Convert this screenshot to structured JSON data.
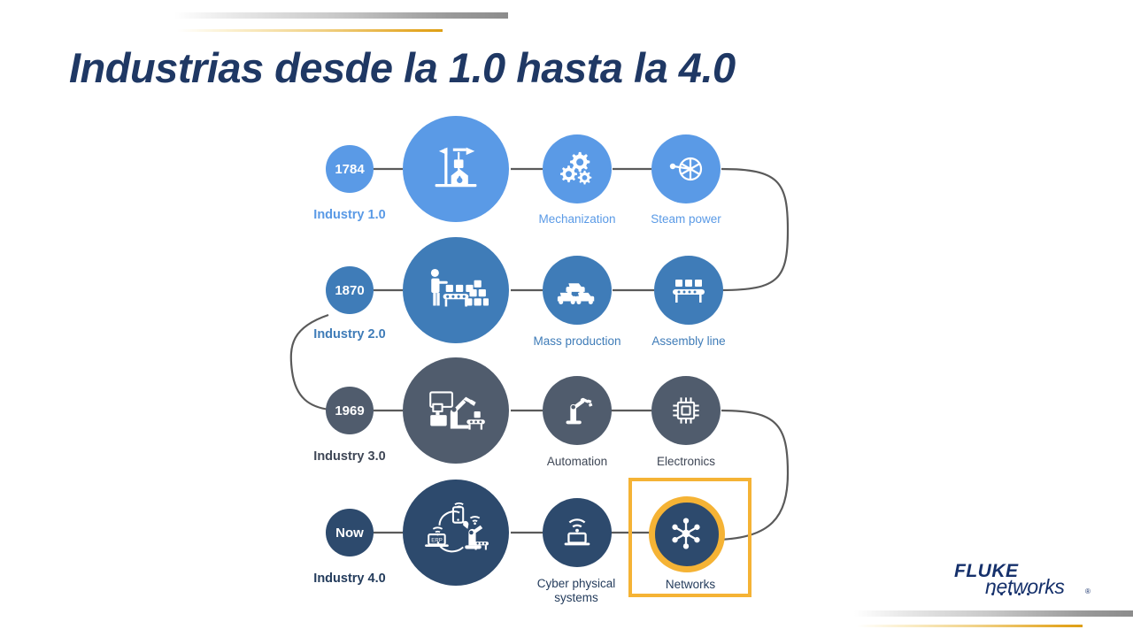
{
  "slide": {
    "title": "Industrias desde la 1.0 hasta la 4.0",
    "background_color": "#ffffff",
    "title_color": "#1f3864"
  },
  "decor": {
    "gray_bar_color": "#8c8c8c",
    "gold_bar_color": "#e3a521"
  },
  "highlight": {
    "color": "#f5b335",
    "target": "Networks"
  },
  "logo": {
    "line1": "FLUKE",
    "line2": "networks",
    "registered": "®",
    "color": "#15306b"
  },
  "timeline": {
    "rows": [
      {
        "year": "1784",
        "era": "Industry 1.0",
        "color": "#5a9ae6",
        "label_color": "#5a9ae6",
        "main_icon": "steam-engine-icon",
        "steps": [
          {
            "label": "Mechanization",
            "icon": "gears-icon"
          },
          {
            "label": "Steam power",
            "icon": "flywheel-icon"
          }
        ]
      },
      {
        "year": "1870",
        "era": "Industry 2.0",
        "color": "#3f7cb8",
        "label_color": "#3f7cb8",
        "main_icon": "factory-worker-conveyor-icon",
        "steps": [
          {
            "label": "Mass production",
            "icon": "cars-icon"
          },
          {
            "label": "Assembly line",
            "icon": "conveyor-belt-icon"
          }
        ]
      },
      {
        "year": "1969",
        "era": "Industry 3.0",
        "color": "#505c6d",
        "label_color": "#3f4756",
        "main_icon": "robot-production-line-icon",
        "steps": [
          {
            "label": "Automation",
            "icon": "robot-arm-icon"
          },
          {
            "label": "Electronics",
            "icon": "microchip-icon"
          }
        ]
      },
      {
        "year": "Now",
        "era": "Industry 4.0",
        "color": "#2d4a6d",
        "label_color": "#243c5c",
        "main_icon": "iot-erp-cloud-icon",
        "steps": [
          {
            "label": "Cyber physical systems",
            "icon": "wifi-laptop-icon"
          },
          {
            "label": "Networks",
            "icon": "network-hub-icon"
          }
        ]
      }
    ]
  }
}
